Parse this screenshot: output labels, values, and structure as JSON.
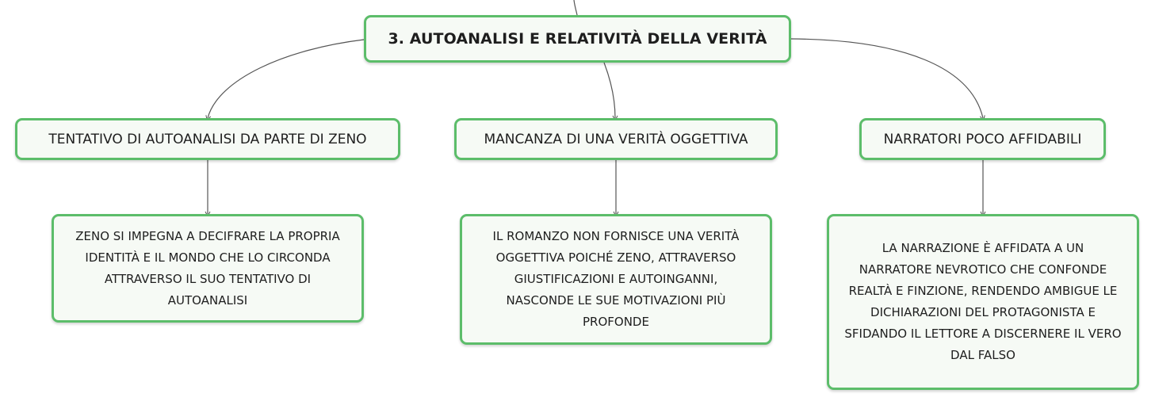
{
  "root": {
    "title": "3. AUTOANALISI E RELATIVITÀ DELLA VERITÀ"
  },
  "branches": [
    {
      "title": "TENTATIVO DI AUTOANALISI DA PARTE DI ZENO",
      "detail": [
        "ZENO SI IMPEGNA A DECIFRARE LA PROPRIA",
        "IDENTITÀ E IL MONDO CHE LO CIRCONDA",
        "ATTRAVERSO IL SUO TENTATIVO DI",
        "AUTOANALISI"
      ]
    },
    {
      "title": "MANCANZA DI UNA VERITÀ OGGETTIVA",
      "detail": [
        "IL ROMANZO NON FORNISCE UNA VERITÀ",
        "OGGETTIVA POICHÉ ZENO, ATTRAVERSO",
        "GIUSTIFICAZIONI E AUTOINGANNI,",
        "NASCONDE LE SUE MOTIVAZIONI PIÙ",
        "PROFONDE"
      ]
    },
    {
      "title": "NARRATORI POCO AFFIDABILI",
      "detail": [
        "LA NARRAZIONE È AFFIDATA A UN",
        "NARRATORE NEVROTICO CHE CONFONDE",
        "REALTÀ E FINZIONE, RENDENDO AMBIGUE LE",
        "DICHIARAZIONI DEL PROTAGONISTA E",
        "SFIDANDO IL LETTORE A DISCERNERE IL VERO",
        "DAL FALSO"
      ]
    }
  ],
  "colors": {
    "node_border": "#5cbd6a",
    "node_fill": "#f6faf5",
    "connector": "#555555"
  }
}
